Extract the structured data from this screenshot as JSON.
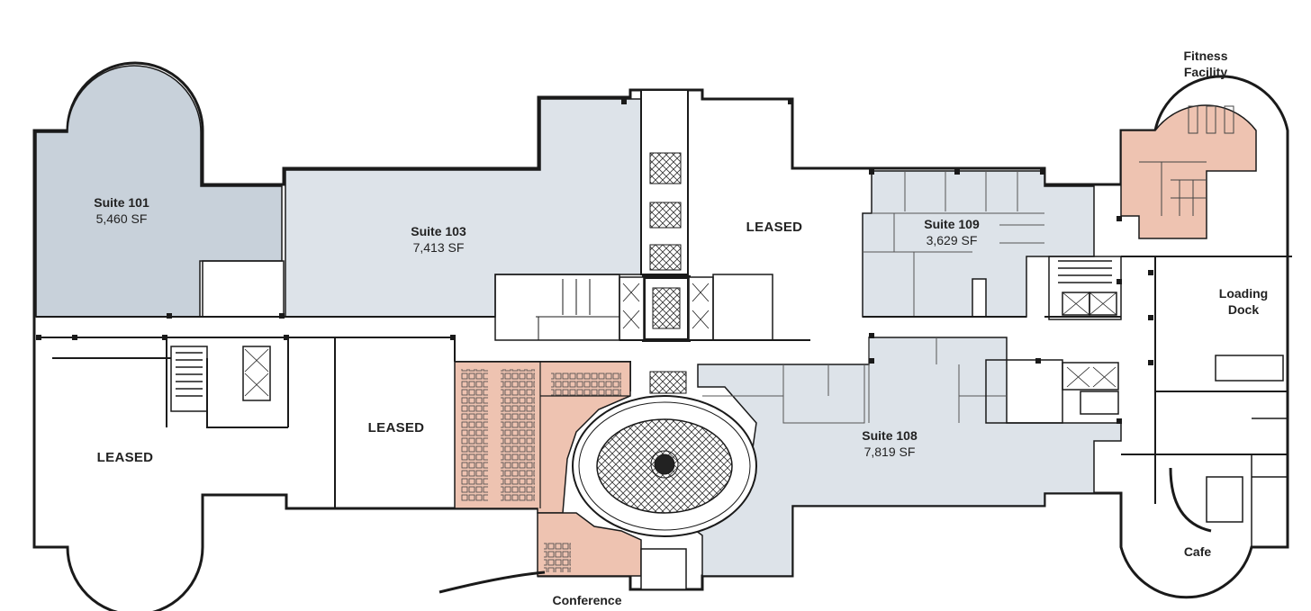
{
  "colors": {
    "suite_dark": "#c8d1da",
    "suite_light": "#dde3e9",
    "amenity": "#eec3b1",
    "wall": "#1a1a1a",
    "gray_fill": "#dfe3e6"
  },
  "suites": [
    {
      "name": "Suite 101",
      "area": "5,460 SF"
    },
    {
      "name": "Suite 103",
      "area": "7,413 SF"
    },
    {
      "name": "Suite 109",
      "area": "3,629 SF"
    },
    {
      "name": "Suite 108",
      "area": "7,819 SF"
    }
  ],
  "leased": [
    "LEASED",
    "LEASED",
    "LEASED"
  ],
  "amenities": {
    "fitness": "Fitness Facility",
    "loading": "Loading Dock",
    "cafe": "Cafe",
    "conference": "Conference"
  }
}
